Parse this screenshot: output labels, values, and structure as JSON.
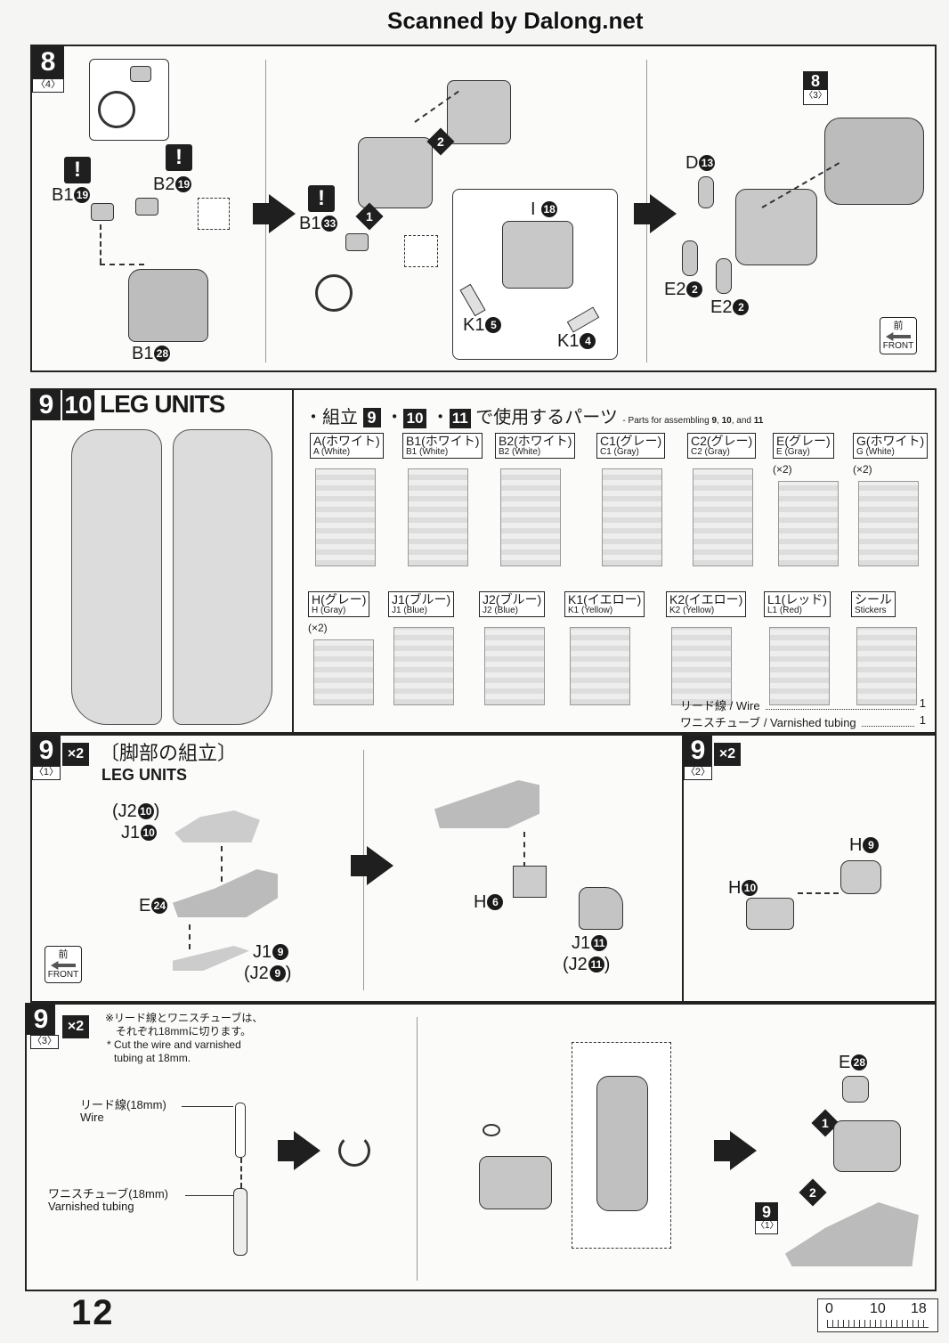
{
  "header": {
    "scan_credit": "Scanned by Dalong.net"
  },
  "page": {
    "number": "12",
    "scale": {
      "start": "0",
      "mid": "10",
      "end": "18"
    }
  },
  "step8": {
    "num": "8",
    "sub": "〈4〉",
    "labels": {
      "b1_19": "B1",
      "b2_19": "B2",
      "b1_28": "B1",
      "b1_33": "B1",
      "i_18": "I",
      "k1_5": "K1",
      "k1_4": "K1",
      "d_13": "D",
      "e2a": "E2",
      "e2b": "E2",
      "sub8": "8",
      "sub8_3": "〈3〉"
    },
    "nums": {
      "b1_19": "19",
      "b2_19": "19",
      "b1_28": "28",
      "b1_33": "33",
      "i_18": "18",
      "k1_5": "5",
      "k1_4": "4",
      "d_13": "13",
      "e2a": "2",
      "e2b": "2",
      "step1": "1",
      "step2": "2"
    },
    "warn": "!",
    "front": {
      "jp": "前",
      "en": "FRONT"
    }
  },
  "leg": {
    "num9": "9",
    "num10": "10",
    "title": "LEG UNITS",
    "parts_title": "・組立",
    "parts_title2": "で使用するパーツ",
    "parts_en": "- Parts for assembling",
    "parts_en_and": "and",
    "n9": "9",
    "n10": "10",
    "n11": "11",
    "parts_row1": [
      {
        "jp": "A(ホワイト)",
        "en": "A (White)",
        "mult": ""
      },
      {
        "jp": "B1(ホワイト)",
        "en": "B1 (White)",
        "mult": ""
      },
      {
        "jp": "B2(ホワイト)",
        "en": "B2 (White)",
        "mult": ""
      },
      {
        "jp": "C1(グレー)",
        "en": "C1 (Gray)",
        "mult": ""
      },
      {
        "jp": "C2(グレー)",
        "en": "C2 (Gray)",
        "mult": ""
      },
      {
        "jp": "E(グレー)",
        "en": "E (Gray)",
        "mult": "(×2)"
      },
      {
        "jp": "G(ホワイト)",
        "en": "G (White)",
        "mult": "(×2)"
      }
    ],
    "parts_row2": [
      {
        "jp": "H(グレー)",
        "en": "H (Gray)",
        "mult": "(×2)"
      },
      {
        "jp": "J1(ブルー)",
        "en": "J1 (Blue)",
        "mult": ""
      },
      {
        "jp": "J2(ブルー)",
        "en": "J2 (Blue)",
        "mult": ""
      },
      {
        "jp": "K1(イエロー)",
        "en": "K1 (Yellow)",
        "mult": ""
      },
      {
        "jp": "K2(イエロー)",
        "en": "K2 (Yellow)",
        "mult": ""
      },
      {
        "jp": "L1(レッド)",
        "en": "L1 (Red)",
        "mult": ""
      },
      {
        "jp": "シール",
        "en": "Stickers",
        "mult": ""
      }
    ],
    "misc": [
      {
        "label": "リード線 / Wire",
        "qty": "1"
      },
      {
        "label": "ワニスチューブ / Varnished tubing",
        "qty": "1"
      }
    ]
  },
  "step9_1": {
    "num": "9",
    "sub": "〈1〉",
    "mult": "×2",
    "title_jp": "〔脚部の組立〕",
    "title_en": "LEG UNITS",
    "labels": {
      "j2_10": "(J2",
      "j1_10": "J1",
      "e_24": "E",
      "j1_9": "J1",
      "j2_9": "(J2",
      "h_6": "H",
      "j1_11": "J1",
      "j2_11": "(J2"
    },
    "nums": {
      "j2_10": "10",
      "j1_10": "10",
      "e_24": "24",
      "j1_9": "9",
      "j2_9": "9",
      "h_6": "6",
      "j1_11": "11",
      "j2_11": "11"
    },
    "close": ")",
    "front": {
      "jp": "前",
      "en": "FRONT"
    }
  },
  "step9_2": {
    "num": "9",
    "sub": "〈2〉",
    "mult": "×2",
    "labels": {
      "h_9": "H",
      "h_10": "H"
    },
    "nums": {
      "h_9": "9",
      "h_10": "10"
    }
  },
  "step9_3": {
    "num": "9",
    "sub": "〈3〉",
    "mult": "×2",
    "note_jp1": "※リード線とワニスチューブは、",
    "note_jp2": "それぞれ18mmに切ります。",
    "note_en1": "* Cut the wire and varnished",
    "note_en2": "tubing at 18mm.",
    "wire_jp": "リード線(18mm)",
    "wire_en": "Wire",
    "tube_jp": "ワニスチューブ(18mm)",
    "tube_en": "Varnished tubing",
    "labels": {
      "e_28": "E",
      "sub9": "9",
      "sub9_1": "〈1〉"
    },
    "nums": {
      "e_28": "28",
      "step1": "1",
      "step2": "2"
    }
  }
}
